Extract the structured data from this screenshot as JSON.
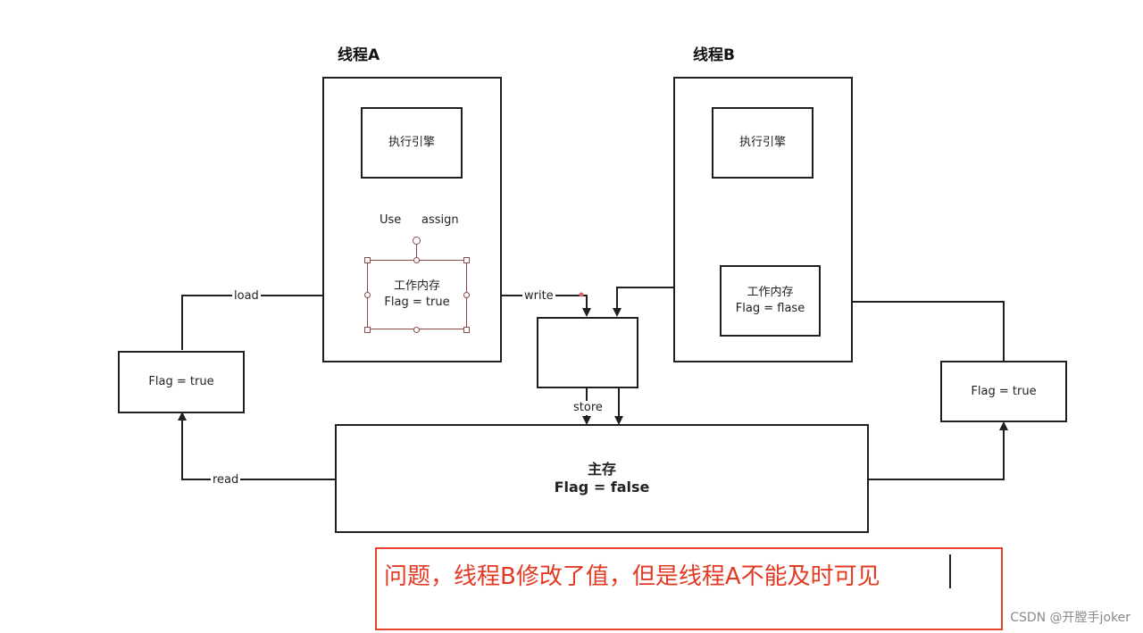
{
  "thread_a": {
    "title": "线程A",
    "engine": "执行引擎",
    "work_memory_line1": "工作内存",
    "work_memory_line2": "Flag = true",
    "use_label": "Use",
    "assign_label": "assign"
  },
  "thread_b": {
    "title": "线程B",
    "engine": "执行引擎",
    "work_memory_line1": "工作内存",
    "work_memory_line2": "Flag = flase"
  },
  "left_copy": "Flag = true",
  "right_copy": "Flag = true",
  "edges": {
    "load": "load",
    "write": "write",
    "store": "store",
    "read": "read"
  },
  "main_memory": {
    "title": "主存",
    "value": "Flag = false"
  },
  "note": "问题，线程B修改了值，但是线程A不能及时可见",
  "watermark": "CSDN @开膛手joker",
  "colors": {
    "note_border": "#e8412c",
    "note_text": "#e23a22",
    "selection": "#8a4a4a"
  }
}
